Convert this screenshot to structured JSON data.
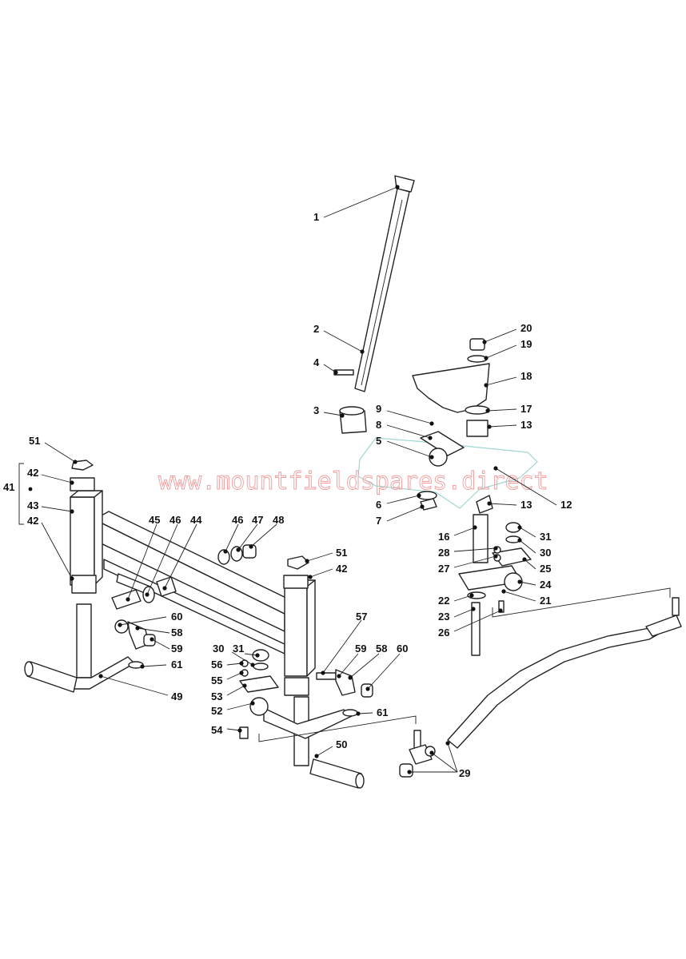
{
  "watermark": "www.mountfieldspares.direct",
  "callouts": [
    {
      "id": "1",
      "text": "1"
    },
    {
      "id": "2",
      "text": "2"
    },
    {
      "id": "3",
      "text": "3"
    },
    {
      "id": "4",
      "text": "4"
    },
    {
      "id": "5",
      "text": "5"
    },
    {
      "id": "6",
      "text": "6"
    },
    {
      "id": "7",
      "text": "7"
    },
    {
      "id": "8",
      "text": "8"
    },
    {
      "id": "9",
      "text": "9"
    },
    {
      "id": "12",
      "text": "12"
    },
    {
      "id": "13a",
      "text": "13"
    },
    {
      "id": "13b",
      "text": "13"
    },
    {
      "id": "16",
      "text": "16"
    },
    {
      "id": "17",
      "text": "17"
    },
    {
      "id": "18",
      "text": "18"
    },
    {
      "id": "19",
      "text": "19"
    },
    {
      "id": "20",
      "text": "20"
    },
    {
      "id": "21",
      "text": "21"
    },
    {
      "id": "22",
      "text": "22"
    },
    {
      "id": "23",
      "text": "23"
    },
    {
      "id": "24",
      "text": "24"
    },
    {
      "id": "25",
      "text": "25"
    },
    {
      "id": "26",
      "text": "26"
    },
    {
      "id": "27",
      "text": "27"
    },
    {
      "id": "28",
      "text": "28"
    },
    {
      "id": "29",
      "text": "29"
    },
    {
      "id": "30a",
      "text": "30"
    },
    {
      "id": "31a",
      "text": "31"
    },
    {
      "id": "30b",
      "text": "30"
    },
    {
      "id": "31b",
      "text": "31"
    },
    {
      "id": "41",
      "text": "41"
    },
    {
      "id": "42a",
      "text": "42"
    },
    {
      "id": "43",
      "text": "43"
    },
    {
      "id": "42b",
      "text": "42"
    },
    {
      "id": "42c",
      "text": "42"
    },
    {
      "id": "44",
      "text": "44"
    },
    {
      "id": "45",
      "text": "45"
    },
    {
      "id": "46a",
      "text": "46"
    },
    {
      "id": "46b",
      "text": "46"
    },
    {
      "id": "47",
      "text": "47"
    },
    {
      "id": "48",
      "text": "48"
    },
    {
      "id": "49",
      "text": "49"
    },
    {
      "id": "50",
      "text": "50"
    },
    {
      "id": "51a",
      "text": "51"
    },
    {
      "id": "51b",
      "text": "51"
    },
    {
      "id": "52",
      "text": "52"
    },
    {
      "id": "53",
      "text": "53"
    },
    {
      "id": "54",
      "text": "54"
    },
    {
      "id": "55",
      "text": "55"
    },
    {
      "id": "56",
      "text": "56"
    },
    {
      "id": "57",
      "text": "57"
    },
    {
      "id": "58a",
      "text": "58"
    },
    {
      "id": "59a",
      "text": "59"
    },
    {
      "id": "58b",
      "text": "58"
    },
    {
      "id": "59b",
      "text": "59"
    },
    {
      "id": "60a",
      "text": "60"
    },
    {
      "id": "60b",
      "text": "60"
    },
    {
      "id": "61a",
      "text": "61"
    },
    {
      "id": "61b",
      "text": "61"
    }
  ]
}
